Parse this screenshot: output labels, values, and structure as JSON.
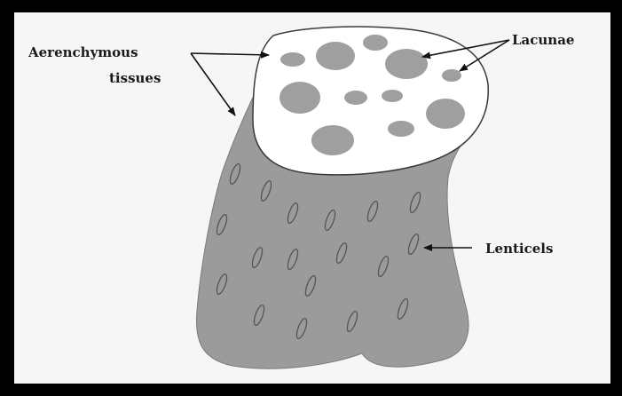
{
  "labels": {
    "aerenchymous_line1": "Aerenchymous",
    "aerenchymous_line2": "tissues",
    "lacunae": "Lacunae",
    "lenticels": "Lenticels"
  },
  "colors": {
    "border": "#000000",
    "background": "#f6f6f6",
    "stem_fill": "#9b9b9b",
    "cut_surface": "#ffffff",
    "lacuna_fill": "#9f9f9f",
    "outline": "#3a3a3a"
  }
}
